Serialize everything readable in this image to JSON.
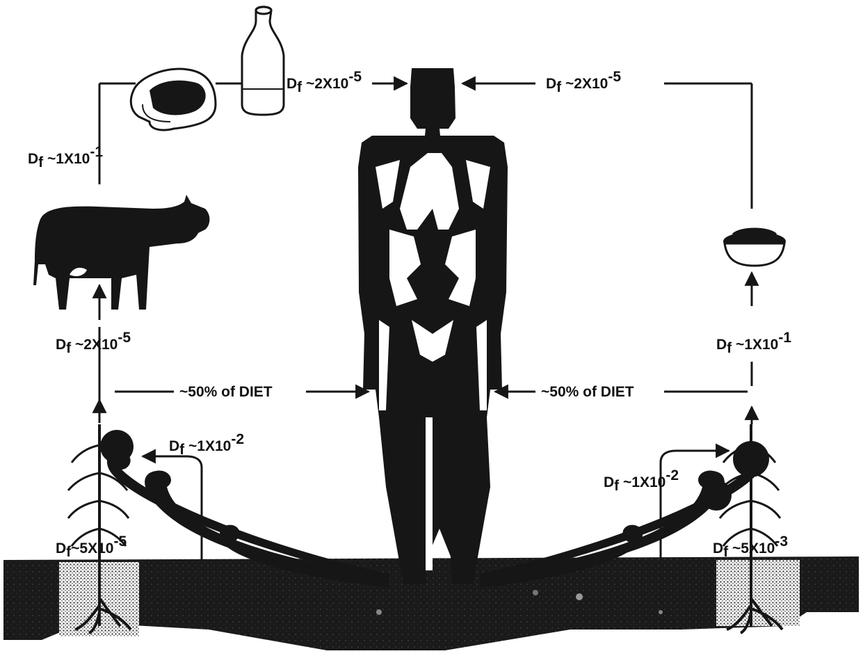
{
  "diagram": {
    "labels": {
      "milk_to_human": {
        "prefix": "D",
        "sub": "f",
        "main": " ~2X10",
        "exp": "-5"
      },
      "grain_to_human": {
        "prefix": "D",
        "sub": "f",
        "main": " ~2X10",
        "exp": "-5"
      },
      "cow_to_meat": {
        "prefix": "D",
        "sub": "f",
        "main": " ~1X10",
        "exp": "-1"
      },
      "plant_to_cow": {
        "prefix": "D",
        "sub": "f",
        "main": " ~2X10",
        "exp": "-5"
      },
      "plant_to_grain": {
        "prefix": "D",
        "sub": "f",
        "main": " ~1X10",
        "exp": "-1"
      },
      "diet_left": "~50% of DIET",
      "diet_right": "~50% of DIET",
      "deposition_left": {
        "prefix": "D",
        "sub": "f",
        "main": " ~1X10",
        "exp": "-2"
      },
      "deposition_right": {
        "prefix": "D",
        "sub": "f",
        "main": " ~1X10",
        "exp": "-2"
      },
      "root_left": {
        "prefix": "D",
        "sub": "f",
        "main": "~5X10",
        "exp": "-5"
      },
      "root_right": {
        "prefix": "D",
        "sub": "f",
        "main": " ~5X10",
        "exp": "-3"
      }
    },
    "icons": [
      "milk-bottle-icon",
      "meat-cut-icon",
      "cow-icon",
      "grain-bowl-icon",
      "human-figure-icon",
      "plant-left-icon",
      "plant-right-icon",
      "soil-ground",
      "cloud-plume-icon"
    ],
    "colors": {
      "ink": "#161616",
      "background": "#ffffff",
      "soil_light": "#bdbdbd"
    }
  }
}
